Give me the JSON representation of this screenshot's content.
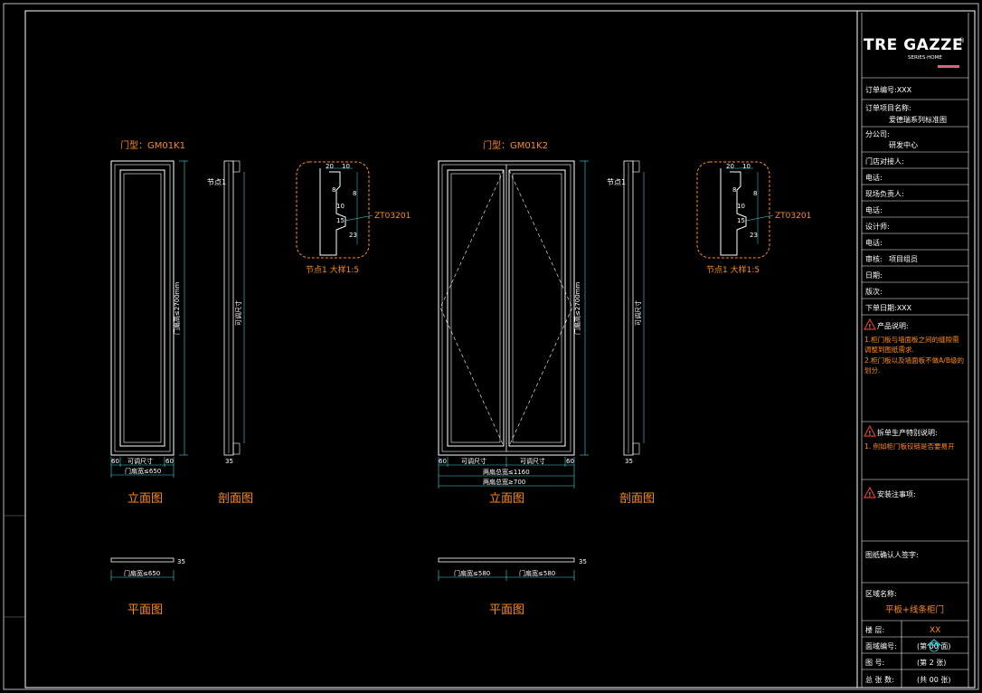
{
  "logo": {
    "brand": "TRE GAZZE",
    "sub": "SERIES·HOME",
    "registered": "®"
  },
  "drawing": {
    "left_door": {
      "type_label": "门型：GM01K1",
      "node_label": "节点1",
      "detail_code": "ZT03201",
      "detail_caption": "节点1 大样1:5",
      "elev_height": "门扇高≤2700mm",
      "section_height": "可调尺寸",
      "bottom_dims": [
        "60",
        "可调尺寸",
        "60"
      ],
      "width_dim": "门扇宽≤650",
      "section_depth": "35",
      "detail_dims": [
        "20",
        "10",
        "8",
        "8",
        "10",
        "23",
        "15"
      ],
      "elevation_title": "立面图",
      "section_title": "剖面图",
      "plan_dim": "门扇宽≤650",
      "plan_title": "平面图",
      "plan_side": "35"
    },
    "right_door": {
      "type_label": "门型：GM01K2",
      "node_label": "节点1",
      "detail_code": "ZT03201",
      "detail_caption": "节点1 大样1:5",
      "elev_height": "门扇高≤2700mm",
      "section_height": "可调尺寸",
      "bottom_dims": [
        "60",
        "可调尺寸",
        "可调尺寸",
        "60"
      ],
      "width_dim_1": "两扇总宽≤1160",
      "width_dim_2": "两扇总宽≥700",
      "section_depth": "35",
      "detail_dims": [
        "20",
        "10",
        "8",
        "8",
        "10",
        "23",
        "15"
      ],
      "elevation_title": "立面图",
      "section_title": "剖面图",
      "plan_dim_1": "门扇宽≤580",
      "plan_dim_2": "门扇宽≤580",
      "plan_title": "平面图",
      "plan_side": "35"
    }
  },
  "title_block": {
    "order_no": "订单编号:XXX",
    "project_label": "订单项目名称:",
    "project_value": "爱德瑞系列标准图",
    "branch_label": "分公司:",
    "branch_value": "研发中心",
    "store_contact": "门店对接人:",
    "phone_1": "电话:",
    "site_manager": "现场负责人:",
    "phone_2": "电话:",
    "designer": "设计师:",
    "phone_3": "电话:",
    "review_label": "审核:",
    "review_value": "项目组员",
    "date": "日期:",
    "version": "版次:",
    "order_date": "下单日期:XXX",
    "product_notes_title": "产品说明:",
    "product_notes": [
      "1.柜门板与墙面板之间的缝隙需",
      "  调整到图纸需求.",
      "2.柜门板以及墙面板不做A/B级的",
      "  划分."
    ],
    "production_title": "拆单生产特别说明:",
    "production_notes": [
      "1. 例如柜门板铰链是否要易开"
    ],
    "install_title": "安装注事项:",
    "confirm_label": "图纸确认人签字:",
    "area_label": "区域名称:",
    "area_value": "平板+线条柜门",
    "floor_label": "楼    层:",
    "floor_value": "XX",
    "face_no_label": "面域编号:",
    "face_no_value": "(第 00 面)",
    "sheet_no_label": "图    号:",
    "sheet_no_value": "(第 2 张)",
    "total_label": "总 张 数:",
    "total_value": "(共 00 张)"
  },
  "colors": {
    "accent": "#ff8c1a",
    "line": "#ffffff",
    "dim_line": "#3fd9e6",
    "frame": "#ffffff",
    "logo_bar": "#e0607e"
  }
}
